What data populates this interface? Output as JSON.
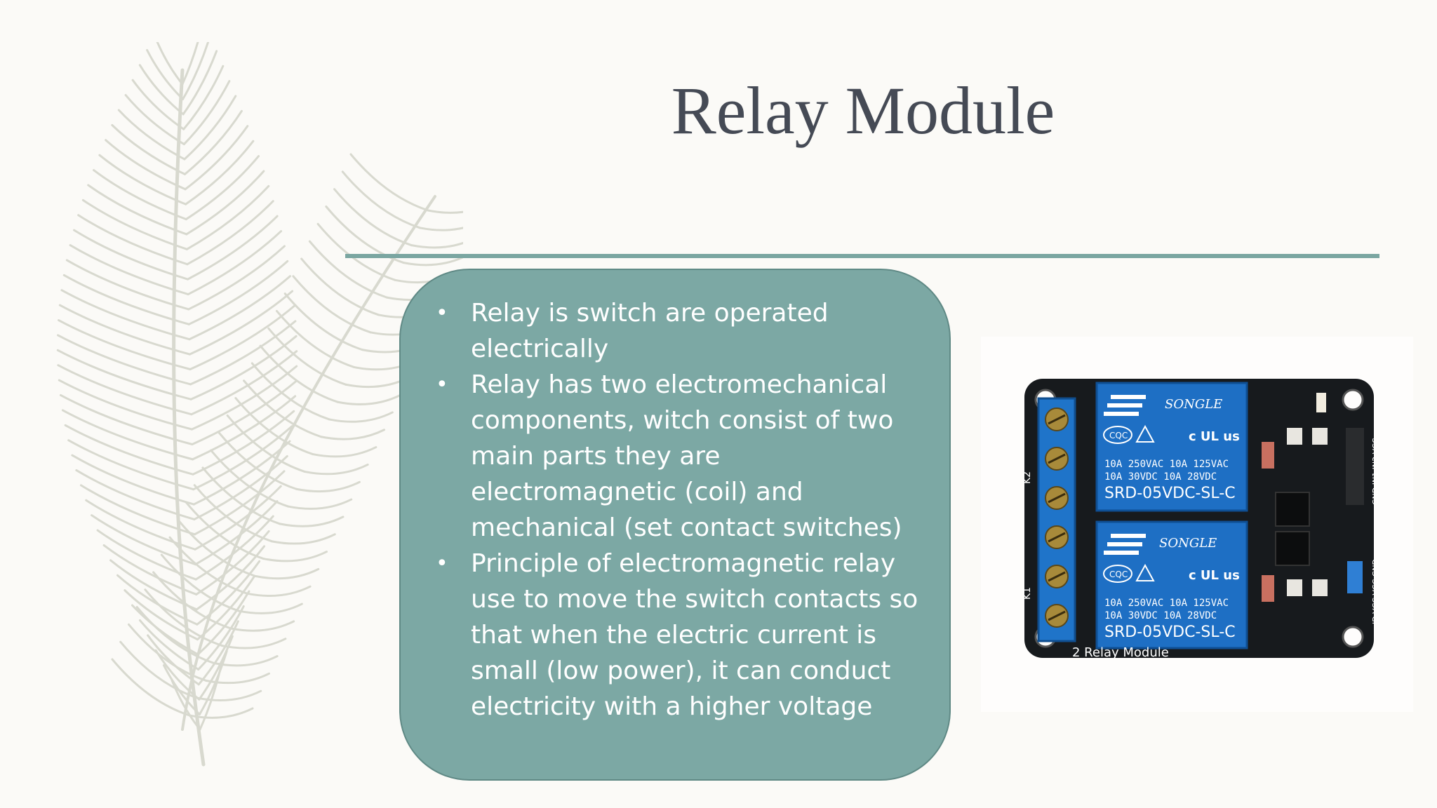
{
  "slide": {
    "title": "Relay Module",
    "bullets": [
      "Relay is switch are operated electrically",
      "Relay has two electromechanical components, witch consist of two main parts they are electromagnetic (coil) and mechanical (set contact switches)",
      "Principle of electromagnetic relay use to move the switch contacts so that when the electric current is small (low power), it can conduct electricity with a higher voltage"
    ],
    "bullet_char": "•"
  },
  "image": {
    "relay_1_brand": "SONGLE",
    "relay_2_brand": "SONGLE",
    "relay_rating_line_1": "10A 250VAC  10A 125VAC",
    "relay_rating_line_2": "10A 30VDC  10A 28VDC",
    "relay_model": "SRD-05VDC-SL-C",
    "cqc_mark": "CQC",
    "ul_mark": "c UL us",
    "label_k2": "K2",
    "label_k1": "K1",
    "header_pins": "GND IN1 IN2 VCC",
    "jumper_pins": "JD-VCC VCC GND",
    "bottom_text": "2 Relay Module"
  },
  "colors": {
    "background": "#fbfaf7",
    "title": "#454a55",
    "accent_rule": "#7aa6a1",
    "textbox_fill": "#7ca8a4",
    "relay_blue": "#1e6fc4",
    "pcb_black": "#171a1d",
    "feather": "#d8d9cf"
  },
  "icons": [
    "feather-illustration",
    "relay-module-photo"
  ]
}
